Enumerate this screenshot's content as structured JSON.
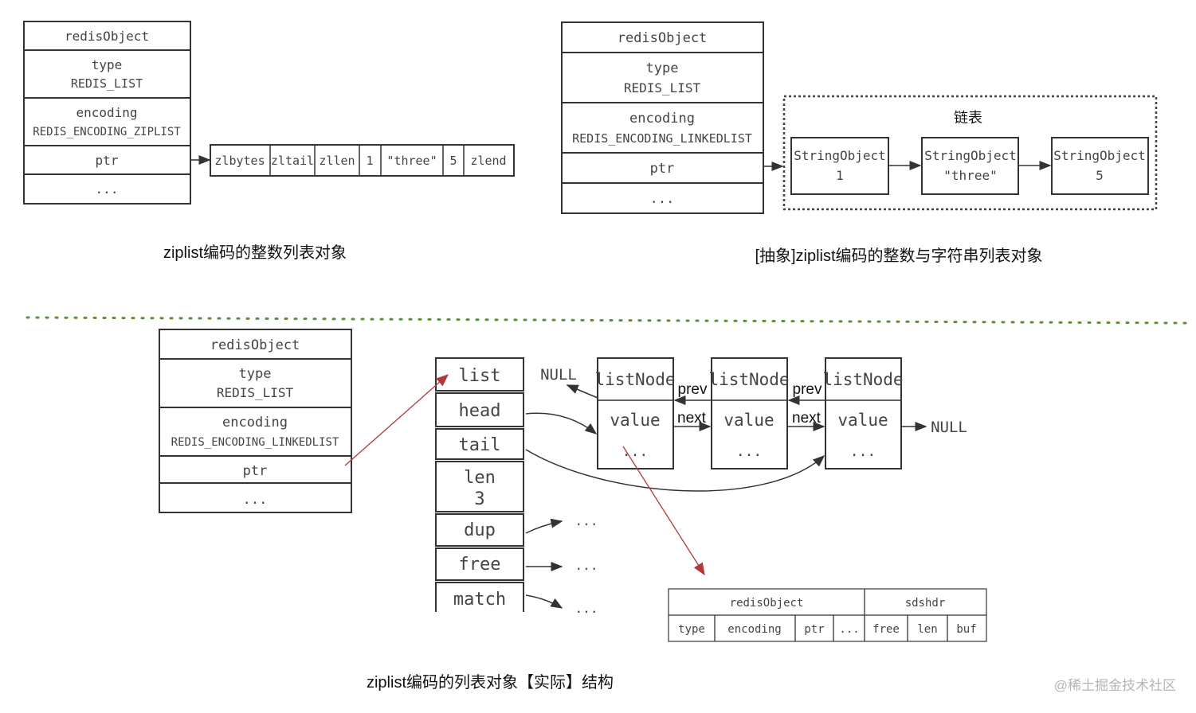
{
  "top_left": {
    "rows": [
      "redisObject",
      "type",
      "REDIS_LIST",
      "encoding",
      "REDIS_ENCODING_ZIPLIST",
      "ptr",
      "..."
    ],
    "ziplist": [
      "zlbytes",
      "zltail",
      "zllen",
      "1",
      "\"three\"",
      "5",
      "zlend"
    ],
    "caption": "ziplist编码的整数列表对象"
  },
  "top_right": {
    "rows": [
      "redisObject",
      "type",
      "REDIS_LIST",
      "encoding",
      "REDIS_ENCODING_LINKEDLIST",
      "ptr",
      "..."
    ],
    "linked_title": "链表",
    "nodes": [
      {
        "name": "StringObject",
        "value": "1"
      },
      {
        "name": "StringObject",
        "value": "\"three\""
      },
      {
        "name": "StringObject",
        "value": "5"
      }
    ],
    "caption": "[抽象]ziplist编码的整数与字符串列表对象"
  },
  "bottom": {
    "rows": [
      "redisObject",
      "type",
      "REDIS_LIST",
      "encoding",
      "REDIS_ENCODING_LINKEDLIST",
      "ptr",
      "..."
    ],
    "list_fields": [
      "list",
      "head",
      "tail",
      "len",
      "3",
      "dup",
      "free",
      "match"
    ],
    "ellipsis": "...",
    "null_label": "NULL",
    "nodes": [
      {
        "name": "listNode",
        "value": "value",
        "more": "..."
      },
      {
        "name": "listNode",
        "value": "value",
        "more": "..."
      },
      {
        "name": "listNode",
        "value": "value",
        "more": "..."
      }
    ],
    "prev_label": "prev",
    "next_label": "next",
    "sds_table": {
      "headers": [
        "redisObject",
        "sdshdr"
      ],
      "cells": [
        "type",
        "encoding",
        "ptr",
        "...",
        "free",
        "len",
        "buf"
      ]
    },
    "caption": "ziplist编码的列表对象【实际】结构"
  },
  "watermark": "@稀土掘金技术社区"
}
